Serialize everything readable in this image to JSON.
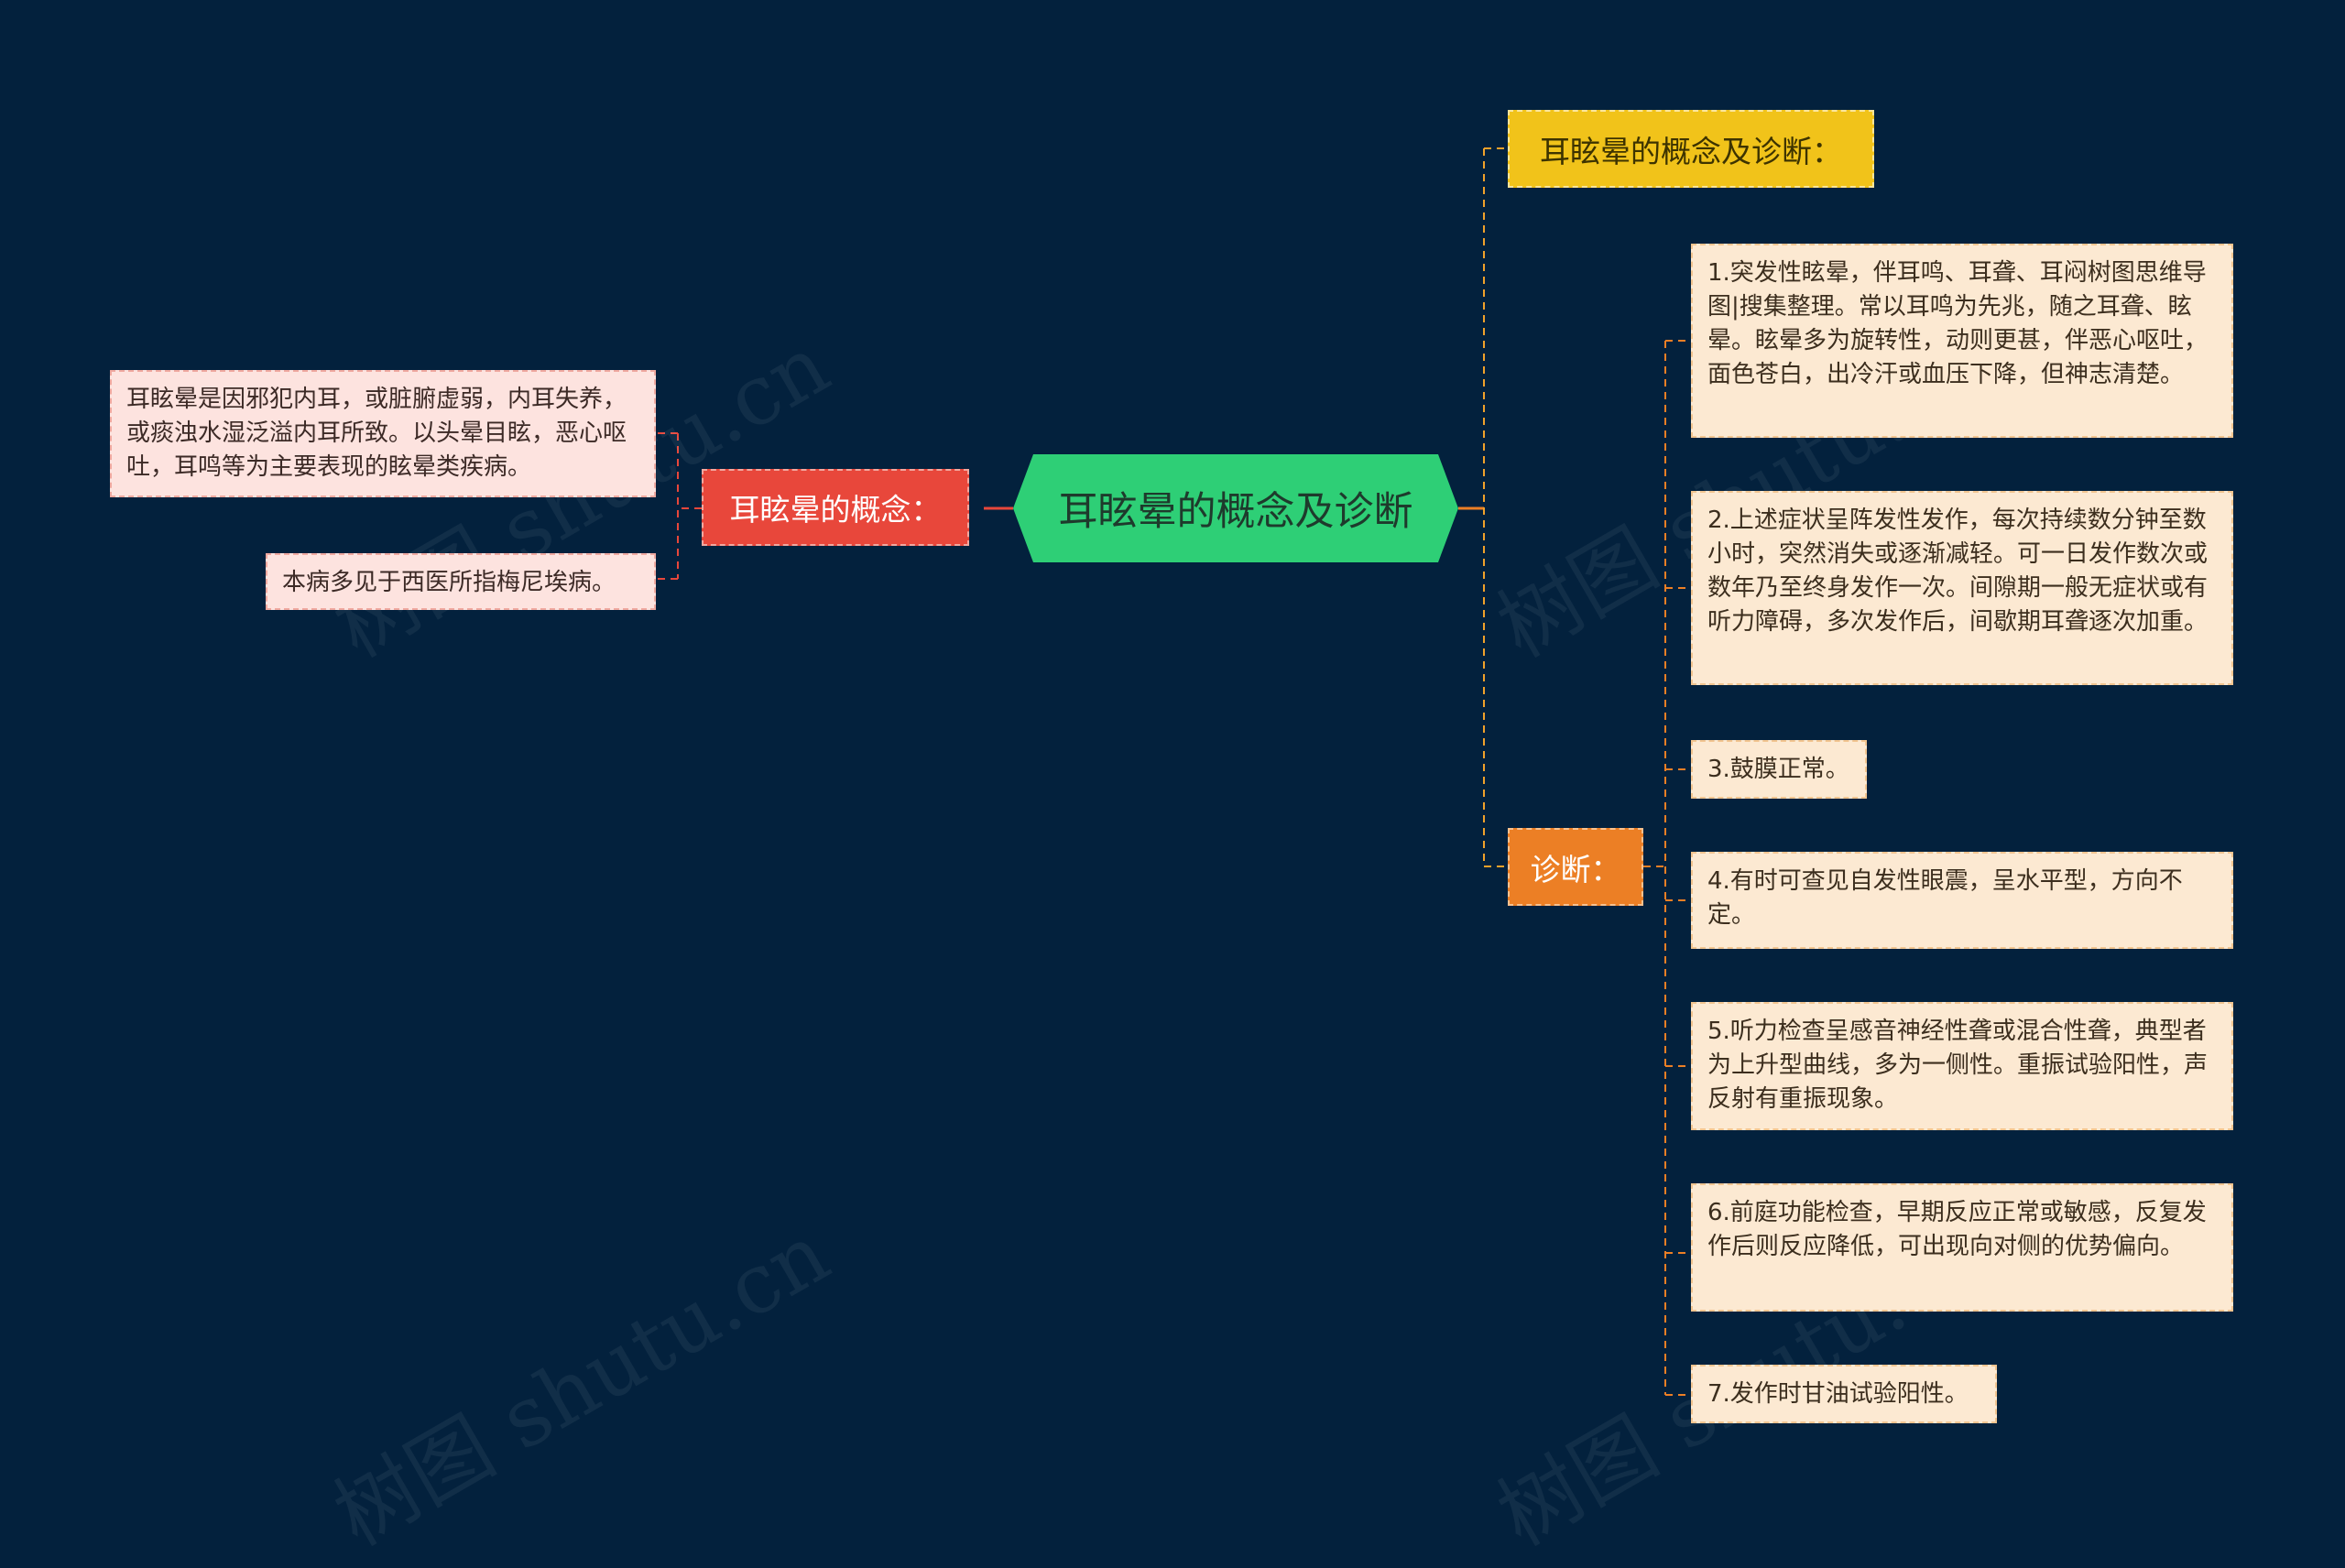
{
  "center": {
    "title": "耳眩晕的概念及诊断"
  },
  "left_branch": {
    "label": "耳眩晕的概念：",
    "items": [
      "耳眩晕是因邪犯内耳，或脏腑虚弱，内耳失养，或痰浊水湿泛溢内耳所致。以头晕目眩，恶心呕吐，耳鸣等为主要表现的眩晕类疾病。",
      "本病多见于西医所指梅尼埃病。"
    ]
  },
  "right_top": {
    "label": "耳眩晕的概念及诊断："
  },
  "right_branch": {
    "label": "诊断：",
    "items": [
      "1.突发性眩晕，伴耳鸣、耳聋、耳闷树图思维导图|搜集整理。常以耳鸣为先兆，随之耳聋、眩晕。眩晕多为旋转性，动则更甚，伴恶心呕吐，面色苍白，出冷汗或血压下降，但神志清楚。",
      "2.上述症状呈阵发性发作，每次持续数分钟至数小时，突然消失或逐渐减轻。可一日发作数次或数年乃至终身发作一次。间隙期一般无症状或有听力障碍，多次发作后，间歇期耳聋逐次加重。",
      "3.鼓膜正常。",
      "4.有时可查见自发性眼震，呈水平型，方向不定。",
      "5.听力检查呈感音神经性聋或混合性聋，典型者为上升型曲线，多为一侧性。重振试验阳性，声反射有重振现象。",
      "6.前庭功能检查，早期反应正常或敏感，反复发作后则反应降低，可出现向对侧的优势偏向。",
      "7.发作时甘油试验阳性。"
    ]
  },
  "watermark": "树图 shutu.cn",
  "colors": {
    "background": "#03213d",
    "center": "#2ecf76",
    "left_label": "#e8473b",
    "top_label": "#f1c31a",
    "diag_label": "#ec7f25",
    "left_leaf": "#fde3df",
    "right_leaf": "#fce9d2"
  }
}
